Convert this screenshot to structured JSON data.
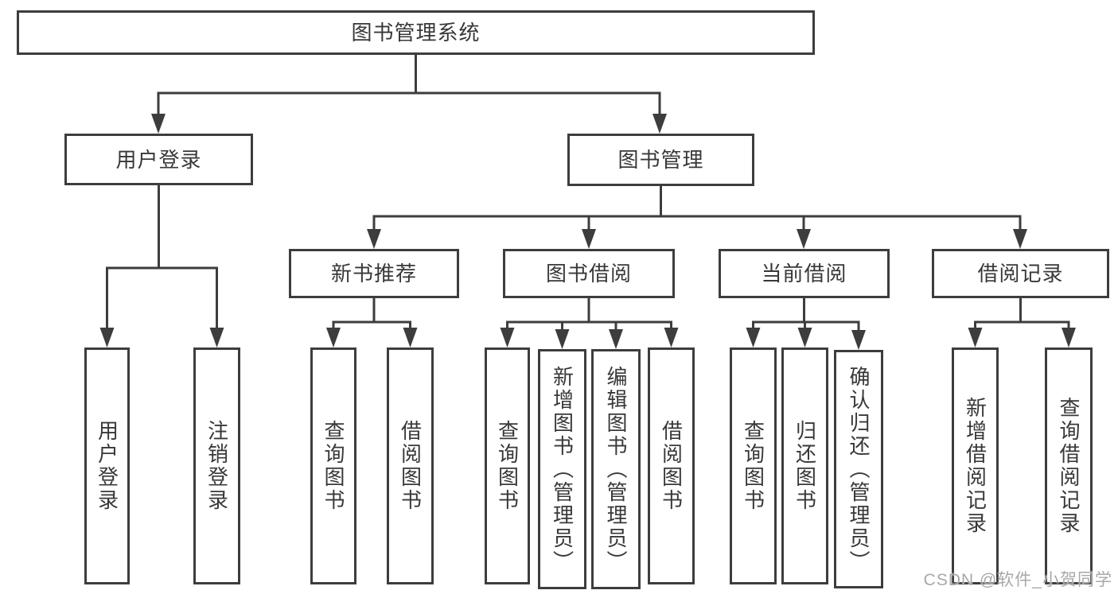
{
  "colors": {
    "line": "#3d3d3d",
    "box_border": "#3d3d3d",
    "text": "#383838",
    "background": "#ffffff",
    "watermark": "#a8a8a8"
  },
  "watermark": {
    "text": "CSDN @软件_小贺同学"
  },
  "nodes": {
    "root": {
      "label": "图书管理系统"
    },
    "user_login": {
      "label": "用户登录"
    },
    "book_management": {
      "label": "图书管理"
    },
    "new_book_recommend": {
      "label": "新书推荐"
    },
    "book_borrowing": {
      "label": "图书借阅"
    },
    "current_borrowing": {
      "label": "当前借阅"
    },
    "borrowing_records": {
      "label": "借阅记录"
    },
    "leaves": [
      {
        "label": "用户登录"
      },
      {
        "label": "注销登录"
      },
      {
        "label": "查询图书"
      },
      {
        "label": "借阅图书"
      },
      {
        "label": "查询图书"
      },
      {
        "label": "新增图书（管理员）"
      },
      {
        "label": "编辑图书（管理员）"
      },
      {
        "label": "借阅图书"
      },
      {
        "label": "查询图书"
      },
      {
        "label": "归还图书"
      },
      {
        "label": "确认归还（管理员）"
      },
      {
        "label": "新增借阅记录"
      },
      {
        "label": "查询借阅记录"
      }
    ]
  }
}
